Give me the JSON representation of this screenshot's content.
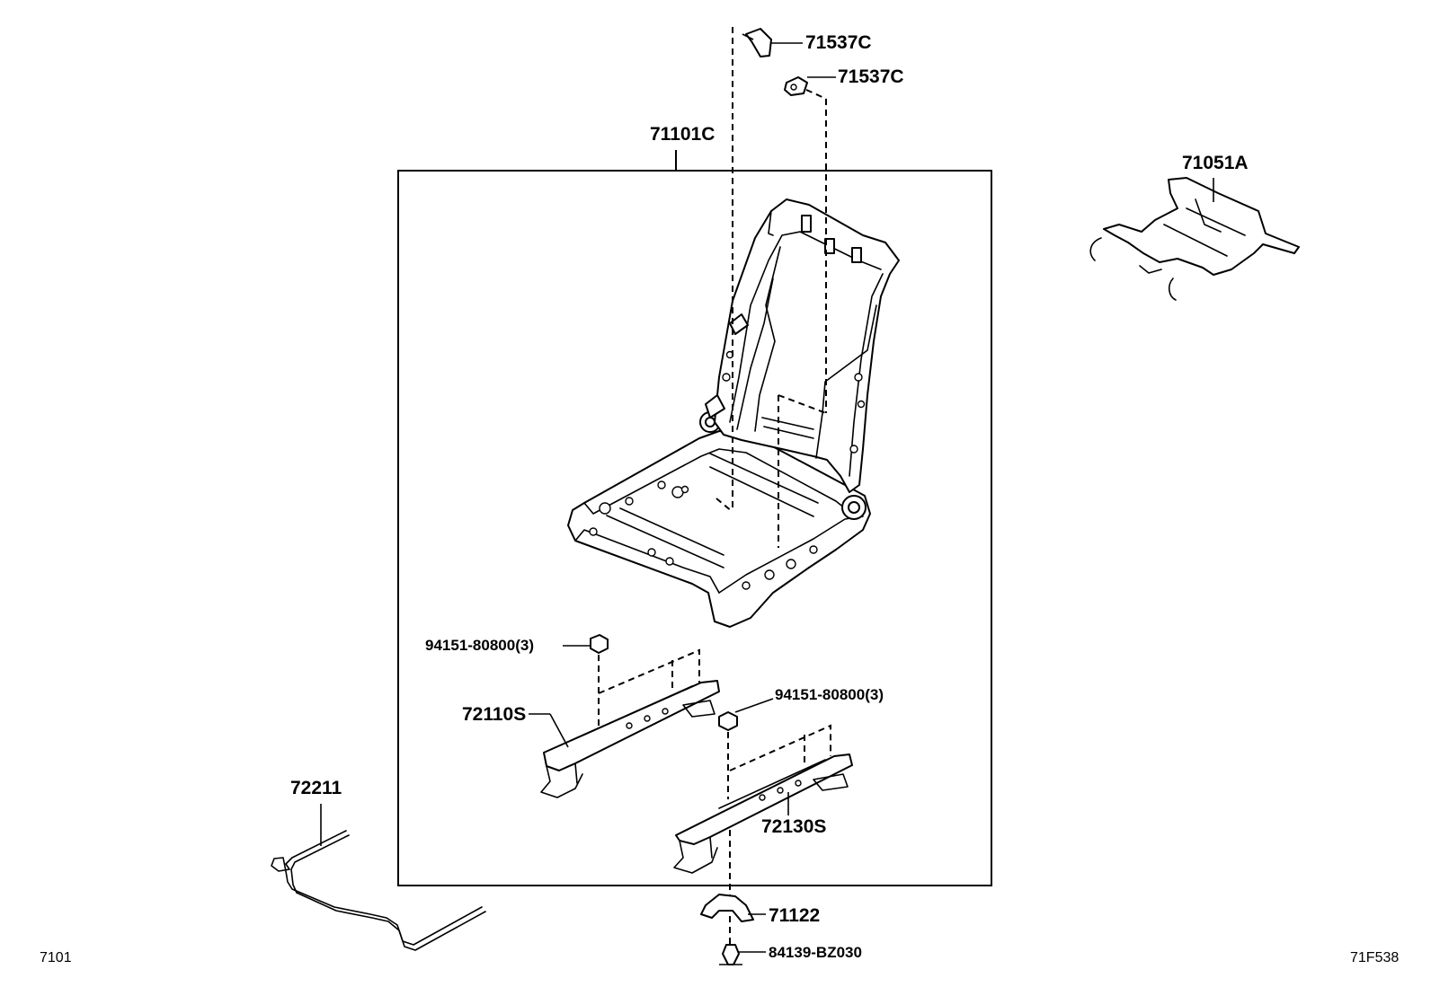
{
  "diagram": {
    "part_numbers": {
      "seat_frame_assy": "71101C",
      "cover_upper": "71537C",
      "cover_lower": "71537C",
      "seat_spring": "71051A",
      "wire": "72211",
      "nut_left": "94151-80800(3)",
      "nut_right": "94151-80800(3)",
      "adjuster_left": "72110S",
      "adjuster_right": "72130S",
      "bracket": "71122",
      "clip": "84139-BZ030"
    },
    "corner_left": "7101",
    "corner_right": "71F538"
  }
}
